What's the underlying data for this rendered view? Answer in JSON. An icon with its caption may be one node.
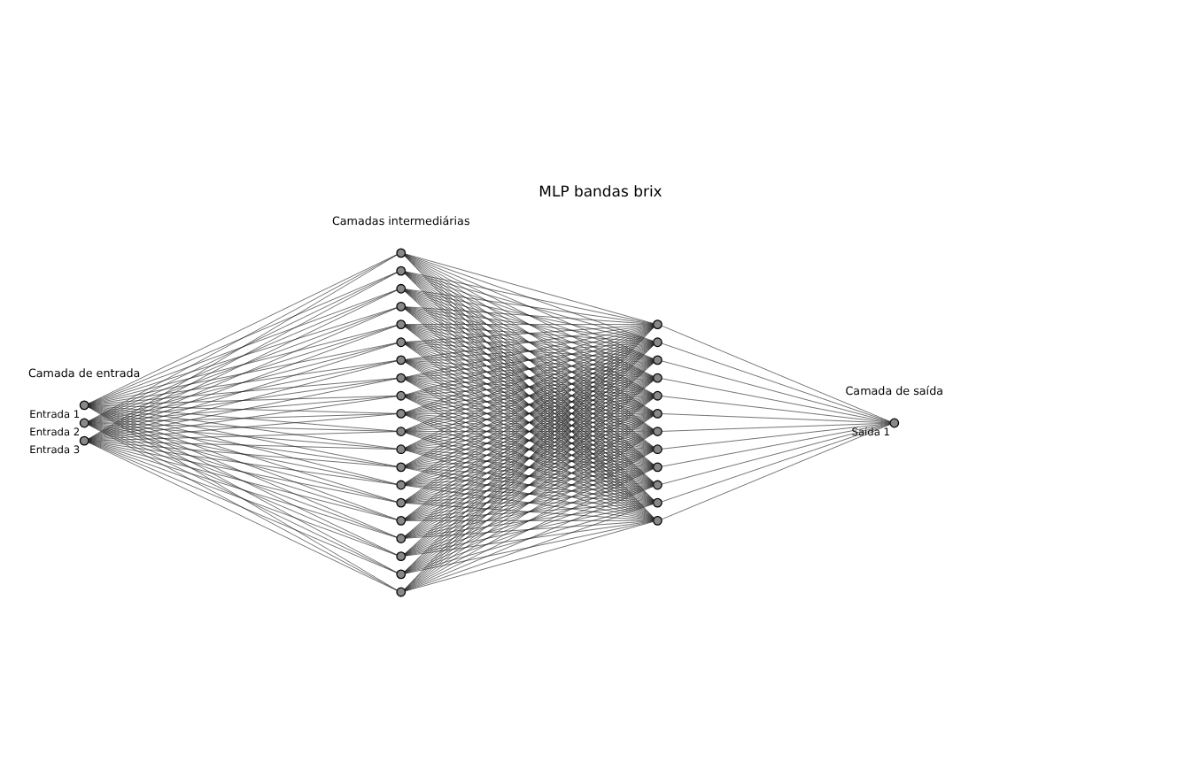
{
  "diagram": {
    "title": "MLP bandas brix",
    "nodes": [
      {
        "text": [],
        "shape": "circle",
        "beside": [
          "Entrada 1"
        ]
      },
      {
        "text": [],
        "shape": "circle",
        "beside": [
          "Entrada 2"
        ]
      },
      {
        "text": [],
        "shape": "circle",
        "beside": [
          "Entrada 3"
        ]
      },
      {
        "text": [],
        "shape": "circle"
      },
      {
        "text": [],
        "shape": "circle"
      },
      {
        "text": [],
        "shape": "circle"
      },
      {
        "text": [],
        "shape": "circle"
      },
      {
        "text": [],
        "shape": "circle"
      },
      {
        "text": [],
        "shape": "circle"
      },
      {
        "text": [],
        "shape": "circle"
      },
      {
        "text": [],
        "shape": "circle"
      },
      {
        "text": [],
        "shape": "circle"
      },
      {
        "text": [],
        "shape": "circle"
      },
      {
        "text": [],
        "shape": "circle"
      },
      {
        "text": [],
        "shape": "circle"
      },
      {
        "text": [],
        "shape": "circle"
      },
      {
        "text": [],
        "shape": "circle"
      },
      {
        "text": [],
        "shape": "circle"
      },
      {
        "text": [],
        "shape": "circle"
      },
      {
        "text": [],
        "shape": "circle"
      },
      {
        "text": [],
        "shape": "circle"
      },
      {
        "text": [],
        "shape": "circle"
      },
      {
        "text": [],
        "shape": "circle"
      },
      {
        "text": [],
        "shape": "circle"
      },
      {
        "text": [],
        "shape": "circle"
      },
      {
        "text": [],
        "shape": "circle"
      },
      {
        "text": [],
        "shape": "circle"
      },
      {
        "text": [],
        "shape": "circle"
      },
      {
        "text": [],
        "shape": "circle"
      },
      {
        "text": [],
        "shape": "circle"
      },
      {
        "text": [],
        "shape": "circle"
      },
      {
        "text": [],
        "shape": "circle"
      },
      {
        "text": [],
        "shape": "circle"
      },
      {
        "text": [],
        "shape": "circle"
      },
      {
        "text": [],
        "shape": "circle"
      },
      {
        "text": [],
        "shape": "circle",
        "beside": [
          "Saída 1"
        ]
      }
    ],
    "edges": [
      {
        "from": 0,
        "to": 3,
        "arrow": "none"
      },
      {
        "from": 0,
        "to": 4,
        "arrow": "none"
      },
      {
        "from": 0,
        "to": 5,
        "arrow": "none"
      },
      {
        "from": 0,
        "to": 6,
        "arrow": "none"
      },
      {
        "from": 0,
        "to": 7,
        "arrow": "none"
      },
      {
        "from": 0,
        "to": 8,
        "arrow": "none"
      },
      {
        "from": 0,
        "to": 9,
        "arrow": "none"
      },
      {
        "from": 0,
        "to": 10,
        "arrow": "none"
      },
      {
        "from": 0,
        "to": 11,
        "arrow": "none"
      },
      {
        "from": 0,
        "to": 12,
        "arrow": "none"
      },
      {
        "from": 0,
        "to": 13,
        "arrow": "none"
      },
      {
        "from": 0,
        "to": 14,
        "arrow": "none"
      },
      {
        "from": 0,
        "to": 15,
        "arrow": "none"
      },
      {
        "from": 0,
        "to": 16,
        "arrow": "none"
      },
      {
        "from": 0,
        "to": 17,
        "arrow": "none"
      },
      {
        "from": 0,
        "to": 18,
        "arrow": "none"
      },
      {
        "from": 0,
        "to": 19,
        "arrow": "none"
      },
      {
        "from": 0,
        "to": 20,
        "arrow": "none"
      },
      {
        "from": 0,
        "to": 21,
        "arrow": "none"
      },
      {
        "from": 0,
        "to": 22,
        "arrow": "none"
      },
      {
        "from": 1,
        "to": 3,
        "arrow": "none"
      },
      {
        "from": 1,
        "to": 4,
        "arrow": "none"
      },
      {
        "from": 1,
        "to": 5,
        "arrow": "none"
      },
      {
        "from": 1,
        "to": 6,
        "arrow": "none"
      },
      {
        "from": 1,
        "to": 7,
        "arrow": "none"
      },
      {
        "from": 1,
        "to": 8,
        "arrow": "none"
      },
      {
        "from": 1,
        "to": 9,
        "arrow": "none"
      },
      {
        "from": 1,
        "to": 10,
        "arrow": "none"
      },
      {
        "from": 1,
        "to": 11,
        "arrow": "none"
      },
      {
        "from": 1,
        "to": 12,
        "arrow": "none"
      },
      {
        "from": 1,
        "to": 13,
        "arrow": "none"
      },
      {
        "from": 1,
        "to": 14,
        "arrow": "none"
      },
      {
        "from": 1,
        "to": 15,
        "arrow": "none"
      },
      {
        "from": 1,
        "to": 16,
        "arrow": "none"
      },
      {
        "from": 1,
        "to": 17,
        "arrow": "none"
      },
      {
        "from": 1,
        "to": 18,
        "arrow": "none"
      },
      {
        "from": 1,
        "to": 19,
        "arrow": "none"
      },
      {
        "from": 1,
        "to": 20,
        "arrow": "none"
      },
      {
        "from": 1,
        "to": 21,
        "arrow": "none"
      },
      {
        "from": 1,
        "to": 22,
        "arrow": "none"
      },
      {
        "from": 2,
        "to": 3,
        "arrow": "none"
      },
      {
        "from": 2,
        "to": 4,
        "arrow": "none"
      },
      {
        "from": 2,
        "to": 5,
        "arrow": "none"
      },
      {
        "from": 2,
        "to": 6,
        "arrow": "none"
      },
      {
        "from": 2,
        "to": 7,
        "arrow": "none"
      },
      {
        "from": 2,
        "to": 8,
        "arrow": "none"
      },
      {
        "from": 2,
        "to": 9,
        "arrow": "none"
      },
      {
        "from": 2,
        "to": 10,
        "arrow": "none"
      },
      {
        "from": 2,
        "to": 11,
        "arrow": "none"
      },
      {
        "from": 2,
        "to": 12,
        "arrow": "none"
      },
      {
        "from": 2,
        "to": 13,
        "arrow": "none"
      },
      {
        "from": 2,
        "to": 14,
        "arrow": "none"
      },
      {
        "from": 2,
        "to": 15,
        "arrow": "none"
      },
      {
        "from": 2,
        "to": 16,
        "arrow": "none"
      },
      {
        "from": 2,
        "to": 17,
        "arrow": "none"
      },
      {
        "from": 2,
        "to": 18,
        "arrow": "none"
      },
      {
        "from": 2,
        "to": 19,
        "arrow": "none"
      },
      {
        "from": 2,
        "to": 20,
        "arrow": "none"
      },
      {
        "from": 2,
        "to": 21,
        "arrow": "none"
      },
      {
        "from": 2,
        "to": 22,
        "arrow": "none"
      },
      {
        "from": 3,
        "to": 23,
        "arrow": "none"
      },
      {
        "from": 3,
        "to": 24,
        "arrow": "none"
      },
      {
        "from": 3,
        "to": 25,
        "arrow": "none"
      },
      {
        "from": 3,
        "to": 26,
        "arrow": "none"
      },
      {
        "from": 3,
        "to": 27,
        "arrow": "none"
      },
      {
        "from": 3,
        "to": 28,
        "arrow": "none"
      },
      {
        "from": 3,
        "to": 29,
        "arrow": "none"
      },
      {
        "from": 3,
        "to": 30,
        "arrow": "none"
      },
      {
        "from": 3,
        "to": 31,
        "arrow": "none"
      },
      {
        "from": 3,
        "to": 32,
        "arrow": "none"
      },
      {
        "from": 3,
        "to": 33,
        "arrow": "none"
      },
      {
        "from": 3,
        "to": 34,
        "arrow": "none"
      },
      {
        "from": 4,
        "to": 23,
        "arrow": "none"
      },
      {
        "from": 4,
        "to": 24,
        "arrow": "none"
      },
      {
        "from": 4,
        "to": 25,
        "arrow": "none"
      },
      {
        "from": 4,
        "to": 26,
        "arrow": "none"
      },
      {
        "from": 4,
        "to": 27,
        "arrow": "none"
      },
      {
        "from": 4,
        "to": 28,
        "arrow": "none"
      },
      {
        "from": 4,
        "to": 29,
        "arrow": "none"
      },
      {
        "from": 4,
        "to": 30,
        "arrow": "none"
      },
      {
        "from": 4,
        "to": 31,
        "arrow": "none"
      },
      {
        "from": 4,
        "to": 32,
        "arrow": "none"
      },
      {
        "from": 4,
        "to": 33,
        "arrow": "none"
      },
      {
        "from": 4,
        "to": 34,
        "arrow": "none"
      },
      {
        "from": 5,
        "to": 23,
        "arrow": "none"
      },
      {
        "from": 5,
        "to": 24,
        "arrow": "none"
      },
      {
        "from": 5,
        "to": 25,
        "arrow": "none"
      },
      {
        "from": 5,
        "to": 26,
        "arrow": "none"
      },
      {
        "from": 5,
        "to": 27,
        "arrow": "none"
      },
      {
        "from": 5,
        "to": 28,
        "arrow": "none"
      },
      {
        "from": 5,
        "to": 29,
        "arrow": "none"
      },
      {
        "from": 5,
        "to": 30,
        "arrow": "none"
      },
      {
        "from": 5,
        "to": 31,
        "arrow": "none"
      },
      {
        "from": 5,
        "to": 32,
        "arrow": "none"
      },
      {
        "from": 5,
        "to": 33,
        "arrow": "none"
      },
      {
        "from": 5,
        "to": 34,
        "arrow": "none"
      },
      {
        "from": 6,
        "to": 23,
        "arrow": "none"
      },
      {
        "from": 6,
        "to": 24,
        "arrow": "none"
      },
      {
        "from": 6,
        "to": 25,
        "arrow": "none"
      },
      {
        "from": 6,
        "to": 26,
        "arrow": "none"
      },
      {
        "from": 6,
        "to": 27,
        "arrow": "none"
      },
      {
        "from": 6,
        "to": 28,
        "arrow": "none"
      },
      {
        "from": 6,
        "to": 29,
        "arrow": "none"
      },
      {
        "from": 6,
        "to": 30,
        "arrow": "none"
      },
      {
        "from": 6,
        "to": 31,
        "arrow": "none"
      },
      {
        "from": 6,
        "to": 32,
        "arrow": "none"
      },
      {
        "from": 6,
        "to": 33,
        "arrow": "none"
      },
      {
        "from": 6,
        "to": 34,
        "arrow": "none"
      },
      {
        "from": 7,
        "to": 23,
        "arrow": "none"
      },
      {
        "from": 7,
        "to": 24,
        "arrow": "none"
      },
      {
        "from": 7,
        "to": 25,
        "arrow": "none"
      },
      {
        "from": 7,
        "to": 26,
        "arrow": "none"
      },
      {
        "from": 7,
        "to": 27,
        "arrow": "none"
      },
      {
        "from": 7,
        "to": 28,
        "arrow": "none"
      },
      {
        "from": 7,
        "to": 29,
        "arrow": "none"
      },
      {
        "from": 7,
        "to": 30,
        "arrow": "none"
      },
      {
        "from": 7,
        "to": 31,
        "arrow": "none"
      },
      {
        "from": 7,
        "to": 32,
        "arrow": "none"
      },
      {
        "from": 7,
        "to": 33,
        "arrow": "none"
      },
      {
        "from": 7,
        "to": 34,
        "arrow": "none"
      },
      {
        "from": 8,
        "to": 23,
        "arrow": "none"
      },
      {
        "from": 8,
        "to": 24,
        "arrow": "none"
      },
      {
        "from": 8,
        "to": 25,
        "arrow": "none"
      },
      {
        "from": 8,
        "to": 26,
        "arrow": "none"
      },
      {
        "from": 8,
        "to": 27,
        "arrow": "none"
      },
      {
        "from": 8,
        "to": 28,
        "arrow": "none"
      },
      {
        "from": 8,
        "to": 29,
        "arrow": "none"
      },
      {
        "from": 8,
        "to": 30,
        "arrow": "none"
      },
      {
        "from": 8,
        "to": 31,
        "arrow": "none"
      },
      {
        "from": 8,
        "to": 32,
        "arrow": "none"
      },
      {
        "from": 8,
        "to": 33,
        "arrow": "none"
      },
      {
        "from": 8,
        "to": 34,
        "arrow": "none"
      },
      {
        "from": 9,
        "to": 23,
        "arrow": "none"
      },
      {
        "from": 9,
        "to": 24,
        "arrow": "none"
      },
      {
        "from": 9,
        "to": 25,
        "arrow": "none"
      },
      {
        "from": 9,
        "to": 26,
        "arrow": "none"
      },
      {
        "from": 9,
        "to": 27,
        "arrow": "none"
      },
      {
        "from": 9,
        "to": 28,
        "arrow": "none"
      },
      {
        "from": 9,
        "to": 29,
        "arrow": "none"
      },
      {
        "from": 9,
        "to": 30,
        "arrow": "none"
      },
      {
        "from": 9,
        "to": 31,
        "arrow": "none"
      },
      {
        "from": 9,
        "to": 32,
        "arrow": "none"
      },
      {
        "from": 9,
        "to": 33,
        "arrow": "none"
      },
      {
        "from": 9,
        "to": 34,
        "arrow": "none"
      },
      {
        "from": 10,
        "to": 23,
        "arrow": "none"
      },
      {
        "from": 10,
        "to": 24,
        "arrow": "none"
      },
      {
        "from": 10,
        "to": 25,
        "arrow": "none"
      },
      {
        "from": 10,
        "to": 26,
        "arrow": "none"
      },
      {
        "from": 10,
        "to": 27,
        "arrow": "none"
      },
      {
        "from": 10,
        "to": 28,
        "arrow": "none"
      },
      {
        "from": 10,
        "to": 29,
        "arrow": "none"
      },
      {
        "from": 10,
        "to": 30,
        "arrow": "none"
      },
      {
        "from": 10,
        "to": 31,
        "arrow": "none"
      },
      {
        "from": 10,
        "to": 32,
        "arrow": "none"
      },
      {
        "from": 10,
        "to": 33,
        "arrow": "none"
      },
      {
        "from": 10,
        "to": 34,
        "arrow": "none"
      },
      {
        "from": 11,
        "to": 23,
        "arrow": "none"
      },
      {
        "from": 11,
        "to": 24,
        "arrow": "none"
      },
      {
        "from": 11,
        "to": 25,
        "arrow": "none"
      },
      {
        "from": 11,
        "to": 26,
        "arrow": "none"
      },
      {
        "from": 11,
        "to": 27,
        "arrow": "none"
      },
      {
        "from": 11,
        "to": 28,
        "arrow": "none"
      },
      {
        "from": 11,
        "to": 29,
        "arrow": "none"
      },
      {
        "from": 11,
        "to": 30,
        "arrow": "none"
      },
      {
        "from": 11,
        "to": 31,
        "arrow": "none"
      },
      {
        "from": 11,
        "to": 32,
        "arrow": "none"
      },
      {
        "from": 11,
        "to": 33,
        "arrow": "none"
      },
      {
        "from": 11,
        "to": 34,
        "arrow": "none"
      },
      {
        "from": 12,
        "to": 23,
        "arrow": "none"
      },
      {
        "from": 12,
        "to": 24,
        "arrow": "none"
      },
      {
        "from": 12,
        "to": 25,
        "arrow": "none"
      },
      {
        "from": 12,
        "to": 26,
        "arrow": "none"
      },
      {
        "from": 12,
        "to": 27,
        "arrow": "none"
      },
      {
        "from": 12,
        "to": 28,
        "arrow": "none"
      },
      {
        "from": 12,
        "to": 29,
        "arrow": "none"
      },
      {
        "from": 12,
        "to": 30,
        "arrow": "none"
      },
      {
        "from": 12,
        "to": 31,
        "arrow": "none"
      },
      {
        "from": 12,
        "to": 32,
        "arrow": "none"
      },
      {
        "from": 12,
        "to": 33,
        "arrow": "none"
      },
      {
        "from": 12,
        "to": 34,
        "arrow": "none"
      },
      {
        "from": 13,
        "to": 23,
        "arrow": "none"
      },
      {
        "from": 13,
        "to": 24,
        "arrow": "none"
      },
      {
        "from": 13,
        "to": 25,
        "arrow": "none"
      },
      {
        "from": 13,
        "to": 26,
        "arrow": "none"
      },
      {
        "from": 13,
        "to": 27,
        "arrow": "none"
      },
      {
        "from": 13,
        "to": 28,
        "arrow": "none"
      },
      {
        "from": 13,
        "to": 29,
        "arrow": "none"
      },
      {
        "from": 13,
        "to": 30,
        "arrow": "none"
      },
      {
        "from": 13,
        "to": 31,
        "arrow": "none"
      },
      {
        "from": 13,
        "to": 32,
        "arrow": "none"
      },
      {
        "from": 13,
        "to": 33,
        "arrow": "none"
      },
      {
        "from": 13,
        "to": 34,
        "arrow": "none"
      },
      {
        "from": 14,
        "to": 23,
        "arrow": "none"
      },
      {
        "from": 14,
        "to": 24,
        "arrow": "none"
      },
      {
        "from": 14,
        "to": 25,
        "arrow": "none"
      },
      {
        "from": 14,
        "to": 26,
        "arrow": "none"
      },
      {
        "from": 14,
        "to": 27,
        "arrow": "none"
      },
      {
        "from": 14,
        "to": 28,
        "arrow": "none"
      },
      {
        "from": 14,
        "to": 29,
        "arrow": "none"
      },
      {
        "from": 14,
        "to": 30,
        "arrow": "none"
      },
      {
        "from": 14,
        "to": 31,
        "arrow": "none"
      },
      {
        "from": 14,
        "to": 32,
        "arrow": "none"
      },
      {
        "from": 14,
        "to": 33,
        "arrow": "none"
      },
      {
        "from": 14,
        "to": 34,
        "arrow": "none"
      },
      {
        "from": 15,
        "to": 23,
        "arrow": "none"
      },
      {
        "from": 15,
        "to": 24,
        "arrow": "none"
      },
      {
        "from": 15,
        "to": 25,
        "arrow": "none"
      },
      {
        "from": 15,
        "to": 26,
        "arrow": "none"
      },
      {
        "from": 15,
        "to": 27,
        "arrow": "none"
      },
      {
        "from": 15,
        "to": 28,
        "arrow": "none"
      },
      {
        "from": 15,
        "to": 29,
        "arrow": "none"
      },
      {
        "from": 15,
        "to": 30,
        "arrow": "none"
      },
      {
        "from": 15,
        "to": 31,
        "arrow": "none"
      },
      {
        "from": 15,
        "to": 32,
        "arrow": "none"
      },
      {
        "from": 15,
        "to": 33,
        "arrow": "none"
      },
      {
        "from": 15,
        "to": 34,
        "arrow": "none"
      },
      {
        "from": 16,
        "to": 23,
        "arrow": "none"
      },
      {
        "from": 16,
        "to": 24,
        "arrow": "none"
      },
      {
        "from": 16,
        "to": 25,
        "arrow": "none"
      },
      {
        "from": 16,
        "to": 26,
        "arrow": "none"
      },
      {
        "from": 16,
        "to": 27,
        "arrow": "none"
      },
      {
        "from": 16,
        "to": 28,
        "arrow": "none"
      },
      {
        "from": 16,
        "to": 29,
        "arrow": "none"
      },
      {
        "from": 16,
        "to": 30,
        "arrow": "none"
      },
      {
        "from": 16,
        "to": 31,
        "arrow": "none"
      },
      {
        "from": 16,
        "to": 32,
        "arrow": "none"
      },
      {
        "from": 16,
        "to": 33,
        "arrow": "none"
      },
      {
        "from": 16,
        "to": 34,
        "arrow": "none"
      },
      {
        "from": 17,
        "to": 23,
        "arrow": "none"
      },
      {
        "from": 17,
        "to": 24,
        "arrow": "none"
      },
      {
        "from": 17,
        "to": 25,
        "arrow": "none"
      },
      {
        "from": 17,
        "to": 26,
        "arrow": "none"
      },
      {
        "from": 17,
        "to": 27,
        "arrow": "none"
      },
      {
        "from": 17,
        "to": 28,
        "arrow": "none"
      },
      {
        "from": 17,
        "to": 29,
        "arrow": "none"
      },
      {
        "from": 17,
        "to": 30,
        "arrow": "none"
      },
      {
        "from": 17,
        "to": 31,
        "arrow": "none"
      },
      {
        "from": 17,
        "to": 32,
        "arrow": "none"
      },
      {
        "from": 17,
        "to": 33,
        "arrow": "none"
      },
      {
        "from": 17,
        "to": 34,
        "arrow": "none"
      },
      {
        "from": 18,
        "to": 23,
        "arrow": "none"
      },
      {
        "from": 18,
        "to": 24,
        "arrow": "none"
      },
      {
        "from": 18,
        "to": 25,
        "arrow": "none"
      },
      {
        "from": 18,
        "to": 26,
        "arrow": "none"
      },
      {
        "from": 18,
        "to": 27,
        "arrow": "none"
      },
      {
        "from": 18,
        "to": 28,
        "arrow": "none"
      },
      {
        "from": 18,
        "to": 29,
        "arrow": "none"
      },
      {
        "from": 18,
        "to": 30,
        "arrow": "none"
      },
      {
        "from": 18,
        "to": 31,
        "arrow": "none"
      },
      {
        "from": 18,
        "to": 32,
        "arrow": "none"
      },
      {
        "from": 18,
        "to": 33,
        "arrow": "none"
      },
      {
        "from": 18,
        "to": 34,
        "arrow": "none"
      },
      {
        "from": 19,
        "to": 23,
        "arrow": "none"
      },
      {
        "from": 19,
        "to": 24,
        "arrow": "none"
      },
      {
        "from": 19,
        "to": 25,
        "arrow": "none"
      },
      {
        "from": 19,
        "to": 26,
        "arrow": "none"
      },
      {
        "from": 19,
        "to": 27,
        "arrow": "none"
      },
      {
        "from": 19,
        "to": 28,
        "arrow": "none"
      },
      {
        "from": 19,
        "to": 29,
        "arrow": "none"
      },
      {
        "from": 19,
        "to": 30,
        "arrow": "none"
      },
      {
        "from": 19,
        "to": 31,
        "arrow": "none"
      },
      {
        "from": 19,
        "to": 32,
        "arrow": "none"
      },
      {
        "from": 19,
        "to": 33,
        "arrow": "none"
      },
      {
        "from": 19,
        "to": 34,
        "arrow": "none"
      },
      {
        "from": 20,
        "to": 23,
        "arrow": "none"
      },
      {
        "from": 20,
        "to": 24,
        "arrow": "none"
      },
      {
        "from": 20,
        "to": 25,
        "arrow": "none"
      },
      {
        "from": 20,
        "to": 26,
        "arrow": "none"
      },
      {
        "from": 20,
        "to": 27,
        "arrow": "none"
      },
      {
        "from": 20,
        "to": 28,
        "arrow": "none"
      },
      {
        "from": 20,
        "to": 29,
        "arrow": "none"
      },
      {
        "from": 20,
        "to": 30,
        "arrow": "none"
      },
      {
        "from": 20,
        "to": 31,
        "arrow": "none"
      },
      {
        "from": 20,
        "to": 32,
        "arrow": "none"
      },
      {
        "from": 20,
        "to": 33,
        "arrow": "none"
      },
      {
        "from": 20,
        "to": 34,
        "arrow": "none"
      },
      {
        "from": 21,
        "to": 23,
        "arrow": "none"
      },
      {
        "from": 21,
        "to": 24,
        "arrow": "none"
      },
      {
        "from": 21,
        "to": 25,
        "arrow": "none"
      },
      {
        "from": 21,
        "to": 26,
        "arrow": "none"
      },
      {
        "from": 21,
        "to": 27,
        "arrow": "none"
      },
      {
        "from": 21,
        "to": 28,
        "arrow": "none"
      },
      {
        "from": 21,
        "to": 29,
        "arrow": "none"
      },
      {
        "from": 21,
        "to": 30,
        "arrow": "none"
      },
      {
        "from": 21,
        "to": 31,
        "arrow": "none"
      },
      {
        "from": 21,
        "to": 32,
        "arrow": "none"
      },
      {
        "from": 21,
        "to": 33,
        "arrow": "none"
      },
      {
        "from": 21,
        "to": 34,
        "arrow": "none"
      },
      {
        "from": 22,
        "to": 23,
        "arrow": "none"
      },
      {
        "from": 22,
        "to": 24,
        "arrow": "none"
      },
      {
        "from": 22,
        "to": 25,
        "arrow": "none"
      },
      {
        "from": 22,
        "to": 26,
        "arrow": "none"
      },
      {
        "from": 22,
        "to": 27,
        "arrow": "none"
      },
      {
        "from": 22,
        "to": 28,
        "arrow": "none"
      },
      {
        "from": 22,
        "to": 29,
        "arrow": "none"
      },
      {
        "from": 22,
        "to": 30,
        "arrow": "none"
      },
      {
        "from": 22,
        "to": 31,
        "arrow": "none"
      },
      {
        "from": 22,
        "to": 32,
        "arrow": "none"
      },
      {
        "from": 22,
        "to": 33,
        "arrow": "none"
      },
      {
        "from": 22,
        "to": 34,
        "arrow": "none"
      },
      {
        "from": 23,
        "to": 35,
        "arrow": "none"
      },
      {
        "from": 24,
        "to": 35,
        "arrow": "none"
      },
      {
        "from": 25,
        "to": 35,
        "arrow": "none"
      },
      {
        "from": 26,
        "to": 35,
        "arrow": "none"
      },
      {
        "from": 27,
        "to": 35,
        "arrow": "none"
      },
      {
        "from": 28,
        "to": 35,
        "arrow": "none"
      },
      {
        "from": 29,
        "to": 35,
        "arrow": "none"
      },
      {
        "from": 30,
        "to": 35,
        "arrow": "none"
      },
      {
        "from": 31,
        "to": 35,
        "arrow": "none"
      },
      {
        "from": 32,
        "to": 35,
        "arrow": "none"
      },
      {
        "from": 33,
        "to": 35,
        "arrow": "none"
      },
      {
        "from": 34,
        "to": 35,
        "arrow": "none"
      }
    ],
    "labels": [
      "Camada de entrada",
      "Camadas intermediárias",
      "Camada de saída"
    ]
  }
}
